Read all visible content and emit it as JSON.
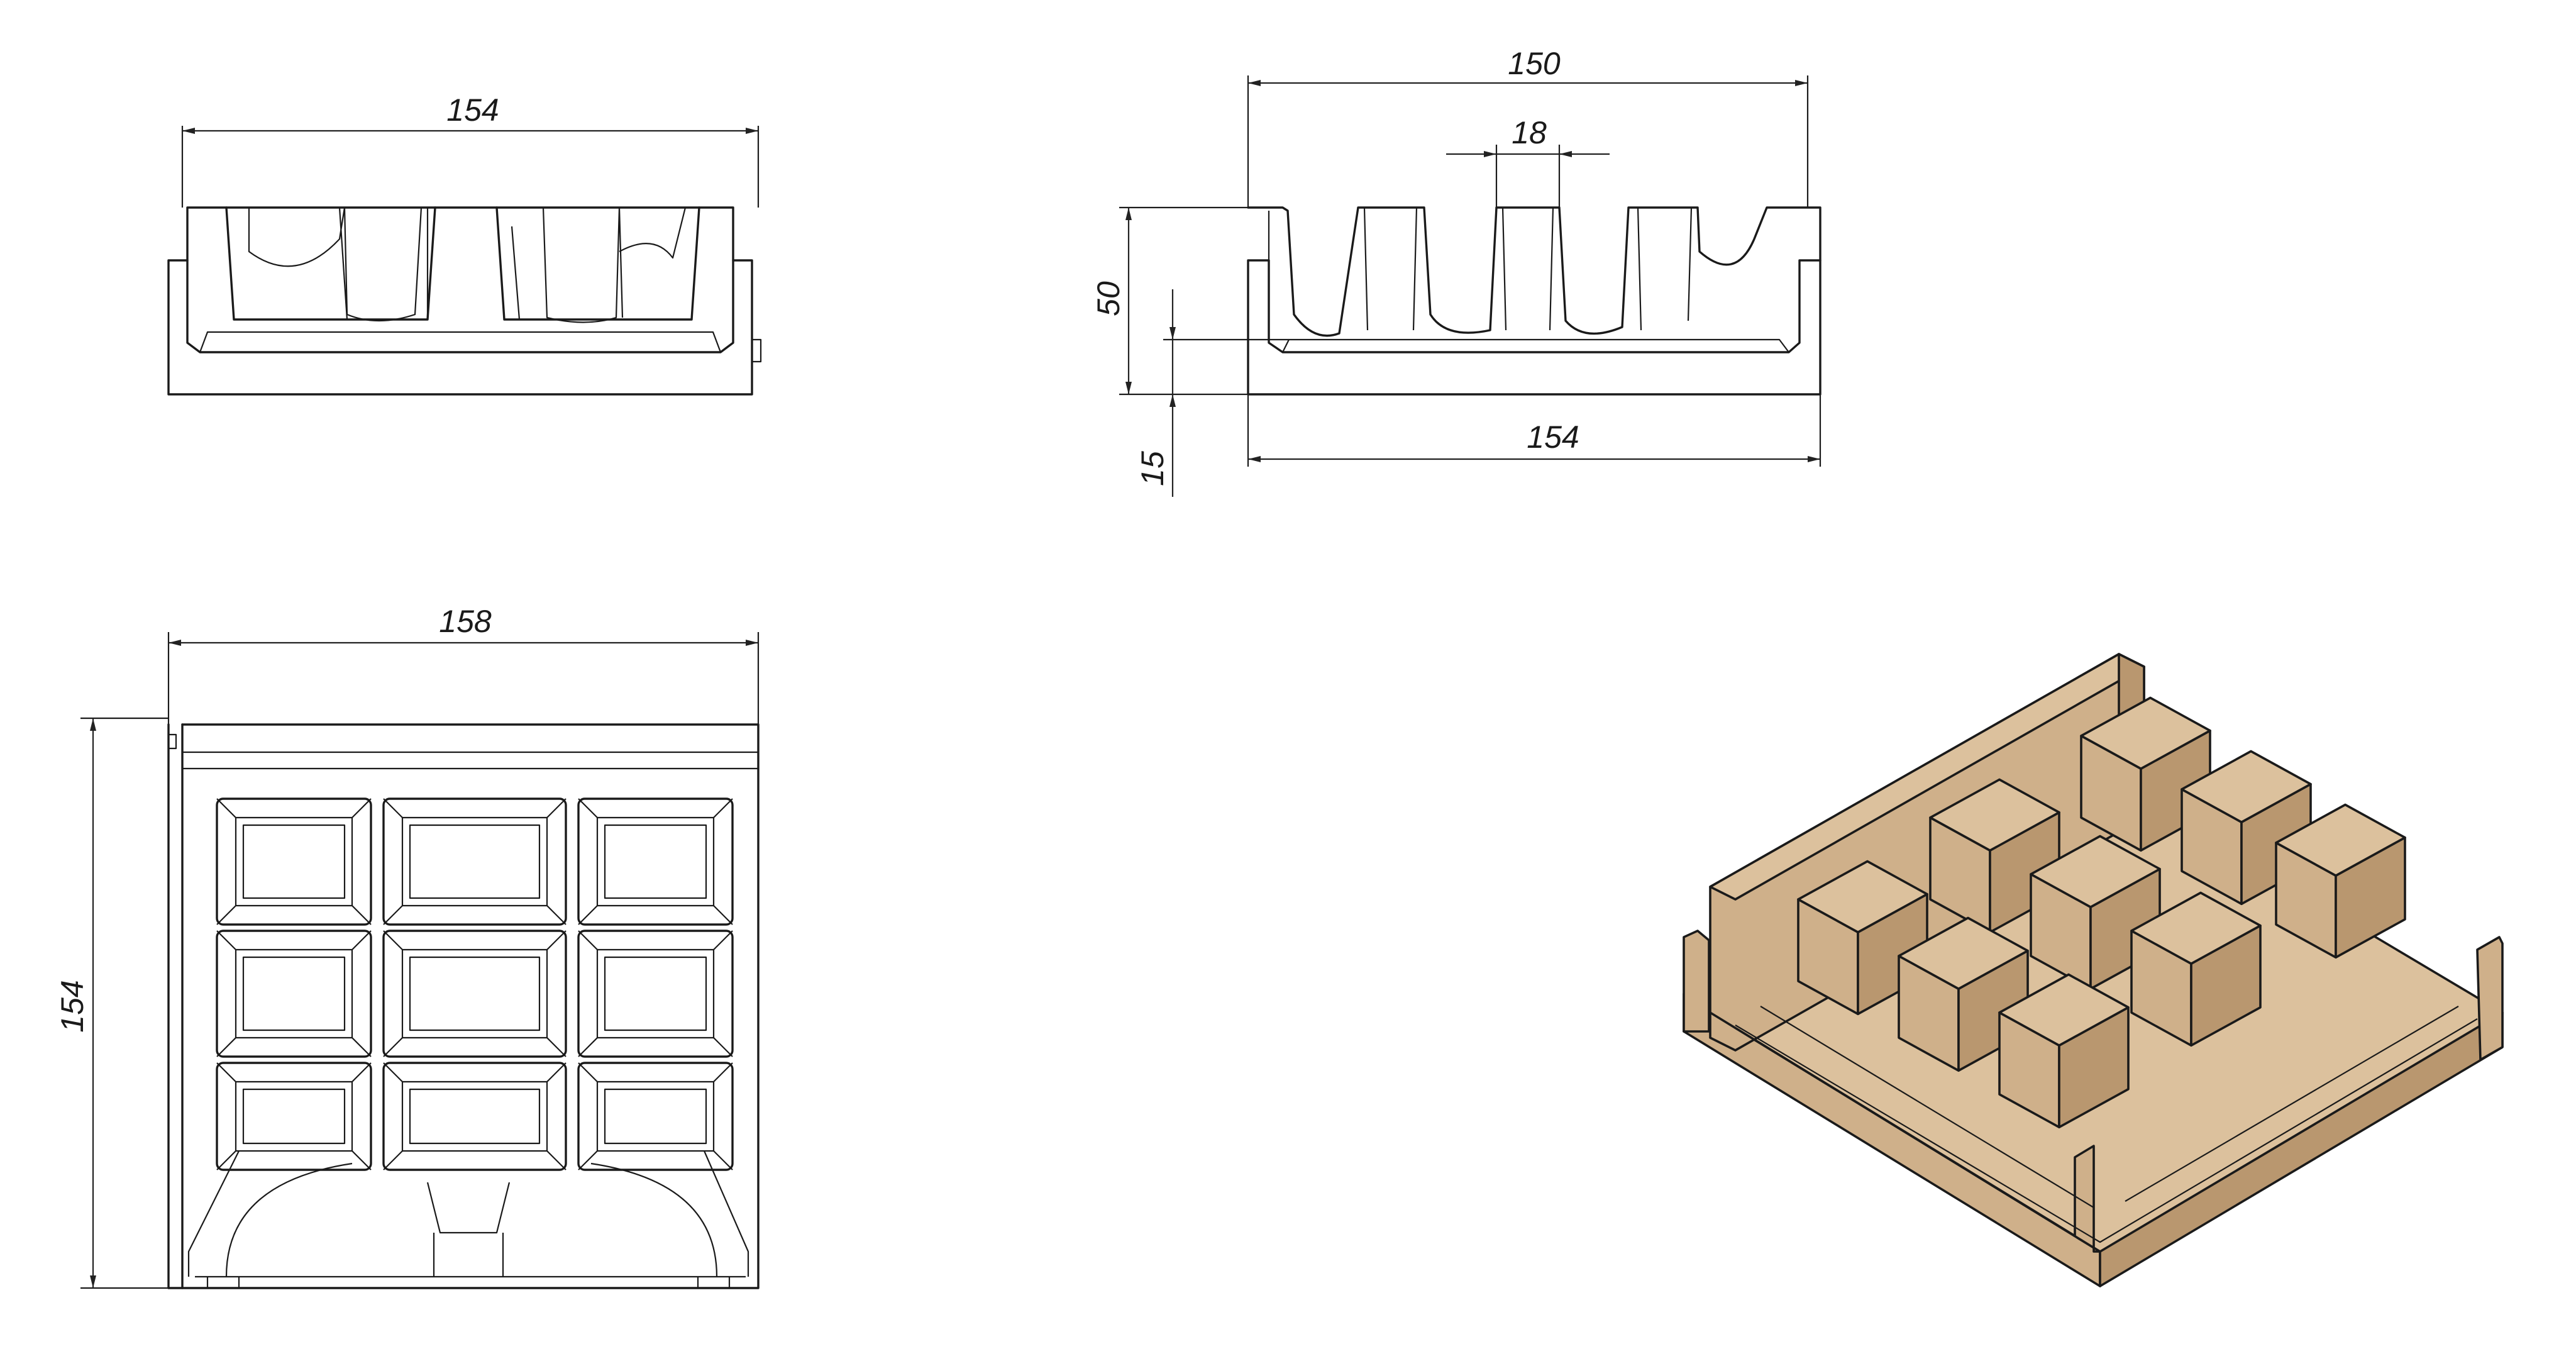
{
  "dimensions": {
    "front_width": "154",
    "side_top_width": "150",
    "side_cell_width": "18",
    "side_height": "50",
    "side_base": "15",
    "side_bottom_width": "154",
    "top_width": "158",
    "top_depth": "154"
  },
  "colors": {
    "line": "#1a1a1a",
    "material": "#cfb08a",
    "background": "#ffffff"
  }
}
